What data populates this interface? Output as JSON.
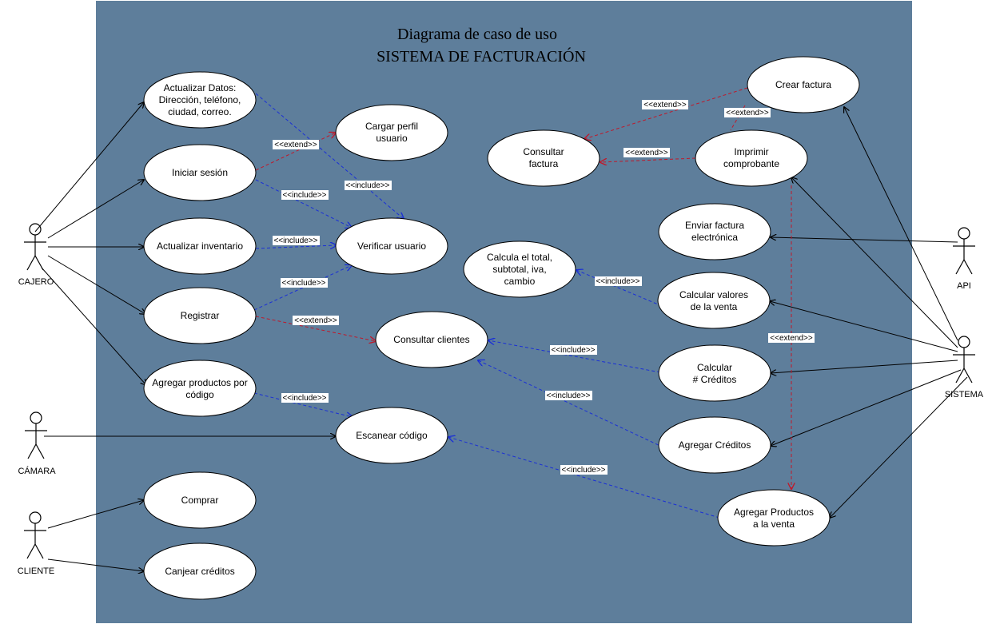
{
  "title": {
    "line1": "Diagrama de caso de uso",
    "line2": "SISTEMA DE FACTURACIÓN"
  },
  "colors": {
    "system_boundary": "#5e7e9b",
    "include_line": "#1a2fd6",
    "extend_line": "#c0182a",
    "association_line": "#000000"
  },
  "actors": {
    "cajero": "CAJERO",
    "camara": "CÁMARA",
    "cliente": "CLIENTE",
    "api": "API",
    "sistema": "SISTEMA"
  },
  "use_cases": {
    "actualizar_datos": [
      "Actualizar Datos:",
      "Dirección, teléfono,",
      "ciudad, correo."
    ],
    "cargar_perfil": [
      "Cargar perfil",
      "usuario"
    ],
    "iniciar_sesion": [
      "Iniciar sesión"
    ],
    "verificar_usuario": [
      "Verificar usuario"
    ],
    "actualizar_inventario": [
      "Actualizar inventario"
    ],
    "registrar": [
      "Registrar"
    ],
    "consultar_clientes": [
      "Consultar clientes"
    ],
    "agregar_productos_codigo": [
      "Agregar productos por",
      "código"
    ],
    "escanear_codigo": [
      "Escanear código"
    ],
    "comprar": [
      "Comprar"
    ],
    "canjear_creditos": [
      "Canjear créditos"
    ],
    "consultar_factura": [
      "Consultar",
      "factura"
    ],
    "crear_factura": [
      "Crear factura"
    ],
    "imprimir_comprobante": [
      "Imprimir",
      "comprobante"
    ],
    "enviar_factura": [
      "Enviar factura",
      "electrónica"
    ],
    "calcula_total": [
      "Calcula el total,",
      "subtotal, iva,",
      "cambio"
    ],
    "calcular_valores": [
      "Calcular valores",
      "de la venta"
    ],
    "calcular_creditos": [
      "Calcular",
      "# Créditos"
    ],
    "agregar_creditos": [
      "Agregar Créditos"
    ],
    "agregar_productos_venta": [
      "Agregar Productos",
      "a la venta"
    ]
  },
  "relationship_labels": {
    "include": "<<include>>",
    "extend": "<<extend>>"
  }
}
